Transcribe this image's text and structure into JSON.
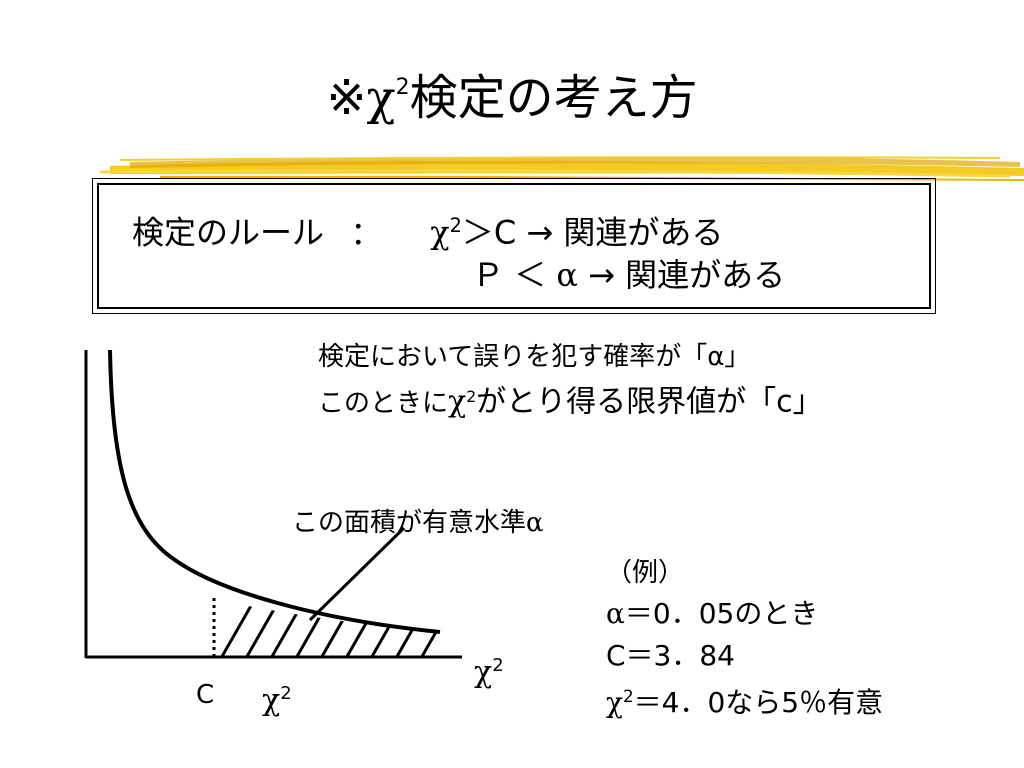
{
  "title": {
    "mark": "※",
    "chi": "χ",
    "sup": "2",
    "text": "検定の考え方"
  },
  "rule": {
    "label": "検定のルール",
    "colon": "：",
    "line1": {
      "chi": "χ",
      "sup": "2",
      "rest": "＞C → 関連がある"
    },
    "line2": {
      "prefix": "Ｐ ＜",
      "alpha": "α",
      "rest": "→ 関連がある"
    }
  },
  "notes": {
    "line1": "検定において誤りを犯す確率が「α」",
    "line2_prefix": "このときに",
    "line2_chi": "χ",
    "line2_sup": "2",
    "line2_rest": "がとり得る限界値が「c」"
  },
  "diagram": {
    "area_label": "この面積が有意水準",
    "area_alpha": "α",
    "x_axis_label": "χ",
    "x_axis_sup": "2",
    "c_label": "C",
    "chi_label": "χ",
    "chi_sup": "2"
  },
  "example": {
    "title": "（例）",
    "line1_alpha": "α",
    "line1_rest": "＝0．05のとき",
    "line2": "C＝3．84",
    "line3_chi": "χ",
    "line3_sup": "2",
    "line3_rest": "＝4．0なら5％有意"
  },
  "colors": {
    "highlight": "#f2c200",
    "ink": "#000000",
    "background": "#ffffff"
  }
}
